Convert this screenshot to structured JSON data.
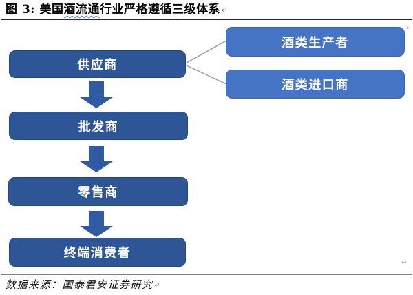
{
  "title": {
    "prefix": "图 3: 美国",
    "flagged": "酒流通",
    "suffix": "行业严格遵循三级体系"
  },
  "flowchart": {
    "main_chain": [
      {
        "label": "供应商"
      },
      {
        "label": "批发商"
      },
      {
        "label": "零售商"
      },
      {
        "label": "终端消费者"
      }
    ],
    "supplier_sources": [
      {
        "label": "酒类生产者"
      },
      {
        "label": "酒类进口商"
      }
    ]
  },
  "source_note": {
    "label": "数据来源：国泰君安证券研究"
  },
  "marks": {
    "return_mark": "↵"
  },
  "colors": {
    "primary_box": "#2e5697",
    "secondary_box": "#4574c4",
    "arrow": "#2e5ba3",
    "connector": "#8a99b4",
    "title_rule": "#262626",
    "footer_rule": "#7f7f7f",
    "squiggle": "#4a7fd4"
  }
}
